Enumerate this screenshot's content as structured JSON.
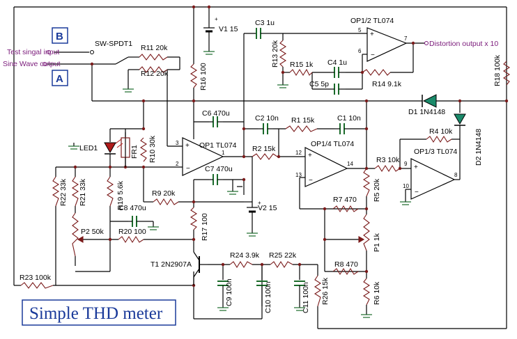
{
  "title": "Simple THD meter",
  "inputs": {
    "b_label": "B",
    "a_label": "A",
    "test_input": "Test singal input",
    "sine_output": "Sine Wave output",
    "switch": "SW-SPDT1",
    "distortion_output": "Distortion output x 10"
  },
  "resistors": {
    "r1": "R1 15k",
    "r2": "R2 15k",
    "r3": "R3 10k",
    "r4": "R4 10k",
    "r5": "R5 20k",
    "r6": "R6 10k",
    "r7": "R7 470",
    "r8": "R8 470",
    "r9": "R9 20k",
    "r10": "R10 30k",
    "r11": "R11 20k",
    "r12": "R12 20k",
    "r13": "R13 20k",
    "r14": "R14 9.1k",
    "r15": "R15 1k",
    "r16": "R16 100",
    "r17": "R17 100",
    "r18": "R18 100k",
    "r19": "R19 5.6k",
    "r20": "R20 100",
    "r21": "R21 33k",
    "r22": "R22 33k",
    "r23": "R23 100k",
    "r24": "R24 3.9k",
    "r25": "R25 22k",
    "r26": "R26 15k"
  },
  "capacitors": {
    "c1": "C1 10n",
    "c2": "C2 10n",
    "c3": "C3 1u",
    "c4": "C4 1u",
    "c5": "C5 5p",
    "c6": "C6 470u",
    "c7": "C7 470u",
    "c8": "C8 470u",
    "c9": "C9 100n",
    "c10": "C10 100n",
    "c11": "C11 100n"
  },
  "opamps": {
    "op1": "OP1 TL074",
    "op2": "OP1/2 TL074",
    "op3": "OP1/3 TL074",
    "op4": "OP1/4 TL074"
  },
  "others": {
    "v1": "V1 15",
    "v2": "V2 15",
    "d1": "D1 1N4148",
    "d2": "D2 1N4148",
    "led1": "LED1",
    "fr1": "FR1",
    "p1": "P1 1k",
    "p2": "P2 50k",
    "t1": "T1 2N2907A"
  },
  "pins": {
    "op2_in_plus": "5",
    "op2_in_minus": "6",
    "op2_out": "7",
    "op1_in_plus": "3",
    "op1_in_minus": "2",
    "op1_out": "1",
    "op4_in_plus": "12",
    "op4_in_minus": "13",
    "op4_out": "14",
    "op3_in_plus": "9",
    "op3_in_minus": "10",
    "op3_out": "8"
  },
  "colors": {
    "wire": "#000000",
    "component": "#7a1a1a",
    "ground": "#1a6a2a",
    "signal_label": "#7a1a7a",
    "title": "#1a3a9a",
    "diode_fill": "#1a8a6a",
    "led_fill": "#b01a1a"
  }
}
